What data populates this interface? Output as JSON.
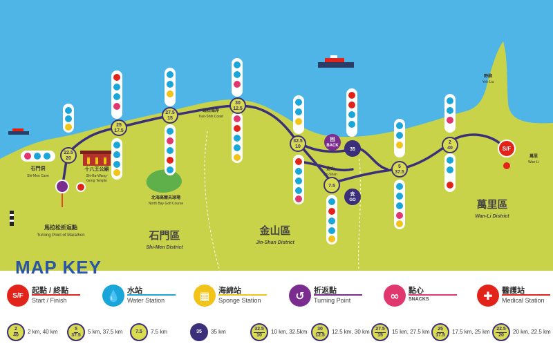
{
  "map": {
    "places": {
      "shimen_cave_zh": "石門洞",
      "shimen_cave_en": "Shi-Men Cave",
      "temple_zh": "十八王公廟",
      "temple_en1": "Shi-Ba-Wang-",
      "temple_en2": "Gong Temple",
      "golf_zh": "北海高爾夫球場",
      "golf_en": "North Bay Golf Course",
      "coast_zh": "跳石海岸",
      "coast_en": "Tiao-Shih Coast",
      "yehliu_zh": "野柳",
      "yehliu_en": "Yeh-Liu",
      "wanli_zh": "萬里",
      "wanli_en": "Wan-Li",
      "jinshan_zh": "金山",
      "jinshan_en": "Jin-Shan",
      "turning_zh": "馬拉松折返點",
      "turning_en": "Turning Point of Marathon"
    },
    "districts": {
      "shimen_zh": "石門區",
      "shimen_en": "Shi-Men District",
      "jinshan_zh": "金山區",
      "jinshan_en": "Jin-Shan District",
      "wanli_zh": "萬里區",
      "wanli_en": "Wan-Li District"
    },
    "markers": {
      "sf": "S/F",
      "back_zh": "回",
      "back_en": "BACK",
      "go_zh": "去",
      "go_en": "GO"
    },
    "checkpoints": [
      {
        "a": "22.5",
        "b": "20"
      },
      {
        "a": "25",
        "b": "17.5"
      },
      {
        "a": "27.5",
        "b": "15"
      },
      {
        "a": "30",
        "b": "12.5"
      },
      {
        "a": "32.5",
        "b": "10"
      },
      {
        "a": "35",
        "b": ""
      },
      {
        "a": "7.5",
        "b": ""
      },
      {
        "a": "5",
        "b": "37.5"
      },
      {
        "a": "2",
        "b": "40"
      }
    ]
  },
  "key": {
    "title": "MAP KEY",
    "items": [
      {
        "zh": "起點 / 終點",
        "en": "Start / Finish",
        "icon": "start-finish-icon",
        "color": "#e2231a",
        "symbol": "S/F"
      },
      {
        "zh": "水站",
        "en": "Water Station",
        "icon": "water-drop-icon",
        "color": "#1aa6d8",
        "symbol": "💧"
      },
      {
        "zh": "海綿站",
        "en": "Sponge Station",
        "icon": "sponge-icon",
        "color": "#f2c318",
        "symbol": "▦"
      },
      {
        "zh": "折返點",
        "en": "Turning Point",
        "icon": "turning-point-icon",
        "color": "#7a2c8f",
        "symbol": "↺"
      },
      {
        "zh": "點心",
        "en": "SNACKS",
        "icon": "snacks-icon",
        "color": "#e0376e",
        "symbol": "∞"
      },
      {
        "zh": "醫護站",
        "en": "Medical Station",
        "icon": "medical-cross-icon",
        "color": "#e2231a",
        "symbol": "✚"
      }
    ],
    "distances": [
      {
        "a": "2",
        "b": "40",
        "text": "2 km, 40 km"
      },
      {
        "a": "5",
        "b": "37.5",
        "text": "5 km, 37.5 km"
      },
      {
        "a": "7.5",
        "b": "",
        "text": "7.5 km"
      },
      {
        "a": "35",
        "b": "",
        "text": "35 km"
      },
      {
        "a": "32.5",
        "b": "10",
        "text": "10 km, 32.5km"
      },
      {
        "a": "30",
        "b": "12.5",
        "text": "12.5 km, 30 km"
      },
      {
        "a": "27.5",
        "b": "15",
        "text": "15 km, 27.5 km"
      },
      {
        "a": "25",
        "b": "17.5",
        "text": "17.5 km, 25 km"
      },
      {
        "a": "22.5",
        "b": "20",
        "text": "20 km, 22.5 km"
      }
    ]
  },
  "colors": {
    "sea": "#4fb5e6",
    "land": "#c9d34a",
    "route": "#3b2f7a",
    "title": "#2a55a4"
  }
}
